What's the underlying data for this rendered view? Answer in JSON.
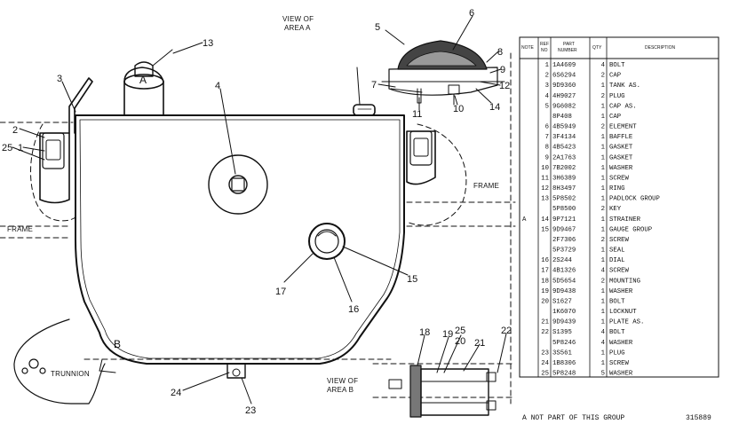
{
  "callouts": [
    "13",
    "3",
    "4",
    "2",
    "1",
    "25",
    "5",
    "6",
    "8",
    "9",
    "7",
    "12",
    "11",
    "10",
    "14",
    "15",
    "16",
    "17",
    "24",
    "23",
    "18",
    "19",
    "25",
    "20",
    "21",
    "22"
  ],
  "labels": {
    "view_a_1": "VIEW OF",
    "view_a_2": "AREA A",
    "view_b_1": "VIEW OF",
    "view_b_2": "AREA B",
    "frame_right": "FRAME",
    "frame_left": "FRAME",
    "trunnion": "TRUNNION",
    "marker_a": "A",
    "marker_b": "B"
  },
  "table": {
    "headers": {
      "note": "NOTE",
      "ref1": "REF",
      "ref2": "NO",
      "part1": "PART",
      "part2": "NUMBER",
      "qty": "QTY",
      "desc": "DESCRIPTION"
    },
    "rows": [
      {
        "note": "",
        "ref": "1",
        "part": "1A4609",
        "qty": "4",
        "desc": "BOLT"
      },
      {
        "note": "",
        "ref": "2",
        "part": "6S6294",
        "qty": "2",
        "desc": "CAP"
      },
      {
        "note": "",
        "ref": "3",
        "part": "9D9360",
        "qty": "1",
        "desc": "TANK AS."
      },
      {
        "note": "",
        "ref": "4",
        "part": "4H9027",
        "qty": "2",
        "desc": "PLUG"
      },
      {
        "note": "",
        "ref": "5",
        "part": "9G6082",
        "qty": "1",
        "desc": "CAP AS."
      },
      {
        "note": "",
        "ref": "",
        "part": "8P408",
        "qty": "1",
        "desc": "  CAP"
      },
      {
        "note": "",
        "ref": "6",
        "part": "4B5949",
        "qty": "2",
        "desc": "  ELEMENT"
      },
      {
        "note": "",
        "ref": "7",
        "part": "3F4134",
        "qty": "1",
        "desc": "  BAFFLE"
      },
      {
        "note": "",
        "ref": "8",
        "part": "4B5423",
        "qty": "1",
        "desc": "  GASKET"
      },
      {
        "note": "",
        "ref": "9",
        "part": "2A1763",
        "qty": "1",
        "desc": "  GASKET"
      },
      {
        "note": "",
        "ref": "10",
        "part": "7B2002",
        "qty": "1",
        "desc": "  WASHER"
      },
      {
        "note": "",
        "ref": "11",
        "part": "3H6389",
        "qty": "1",
        "desc": "  SCREW"
      },
      {
        "note": "",
        "ref": "12",
        "part": "8H3497",
        "qty": "1",
        "desc": "RING"
      },
      {
        "note": "",
        "ref": "13",
        "part": "5P8502",
        "qty": "1",
        "desc": "PADLOCK GROUP"
      },
      {
        "note": "",
        "ref": "",
        "part": "5P8500",
        "qty": "2",
        "desc": "  KEY"
      },
      {
        "note": "A",
        "ref": "14",
        "part": "9P7121",
        "qty": "1",
        "desc": "STRAINER"
      },
      {
        "note": "",
        "ref": "15",
        "part": "9D9467",
        "qty": "1",
        "desc": "GAUGE GROUP"
      },
      {
        "note": "",
        "ref": "",
        "part": "2F7306",
        "qty": "2",
        "desc": "  SCREW"
      },
      {
        "note": "",
        "ref": "",
        "part": "5P3729",
        "qty": "1",
        "desc": "  SEAL"
      },
      {
        "note": "",
        "ref": "16",
        "part": "2S244",
        "qty": "1",
        "desc": "  DIAL"
      },
      {
        "note": "",
        "ref": "17",
        "part": "4B1326",
        "qty": "4",
        "desc": "  SCREW"
      },
      {
        "note": "",
        "ref": "18",
        "part": "5D5654",
        "qty": "2",
        "desc": "MOUNTING"
      },
      {
        "note": "",
        "ref": "19",
        "part": "9D9438",
        "qty": "1",
        "desc": "WASHER"
      },
      {
        "note": "",
        "ref": "20",
        "part": "S1627",
        "qty": "1",
        "desc": "BOLT"
      },
      {
        "note": "",
        "ref": "",
        "part": "1K6070",
        "qty": "1",
        "desc": "LOCKNUT"
      },
      {
        "note": "",
        "ref": "21",
        "part": "9D9439",
        "qty": "1",
        "desc": "PLATE AS."
      },
      {
        "note": "",
        "ref": "22",
        "part": "S1395",
        "qty": "4",
        "desc": "BOLT"
      },
      {
        "note": "",
        "ref": "",
        "part": "5P8246",
        "qty": "4",
        "desc": "WASHER"
      },
      {
        "note": "",
        "ref": "23",
        "part": "3S561",
        "qty": "1",
        "desc": "PLUG"
      },
      {
        "note": "",
        "ref": "24",
        "part": "1B8306",
        "qty": "1",
        "desc": "SCREW"
      },
      {
        "note": "",
        "ref": "25",
        "part": "5P8248",
        "qty": "5",
        "desc": "WASHER"
      }
    ]
  },
  "footer": {
    "note": "A  NOT PART OF THIS GROUP",
    "code": "315889"
  }
}
